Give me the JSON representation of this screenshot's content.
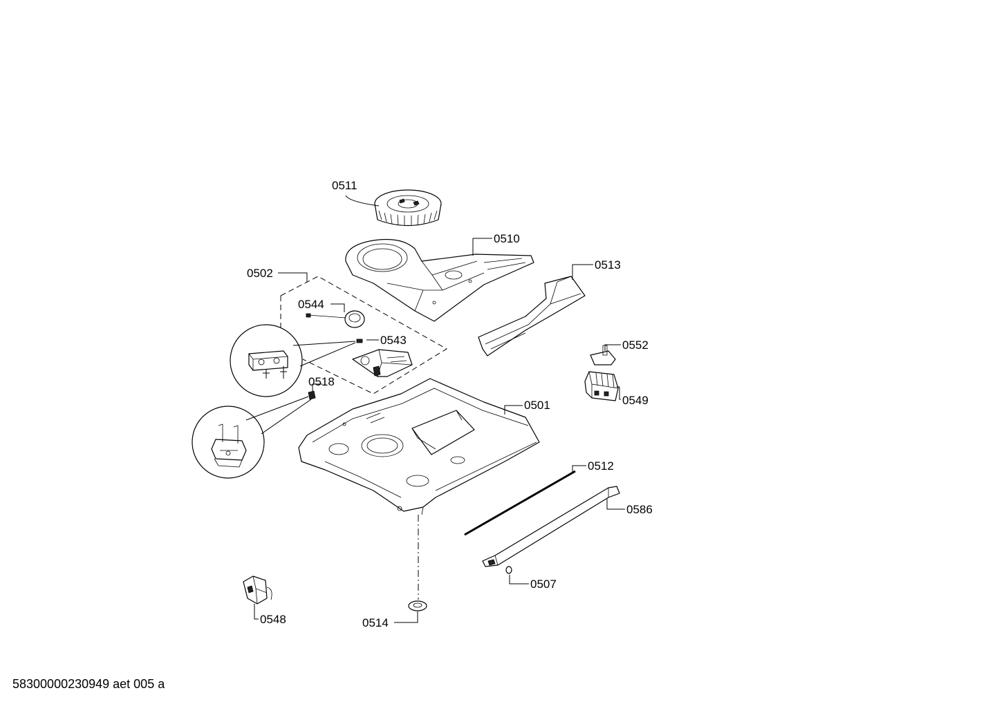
{
  "callouts": {
    "c0511": "0511",
    "c0510": "0510",
    "c0513": "0513",
    "c0502": "0502",
    "c0544": "0544",
    "c0543": "0543",
    "c0552": "0552",
    "c0549": "0549",
    "c0518": "0518",
    "c0501": "0501",
    "c0512": "0512",
    "c0586": "0586",
    "c0507": "0507",
    "c0548": "0548",
    "c0514": "0514"
  },
  "footer": "58300000230949 aet 005 a"
}
